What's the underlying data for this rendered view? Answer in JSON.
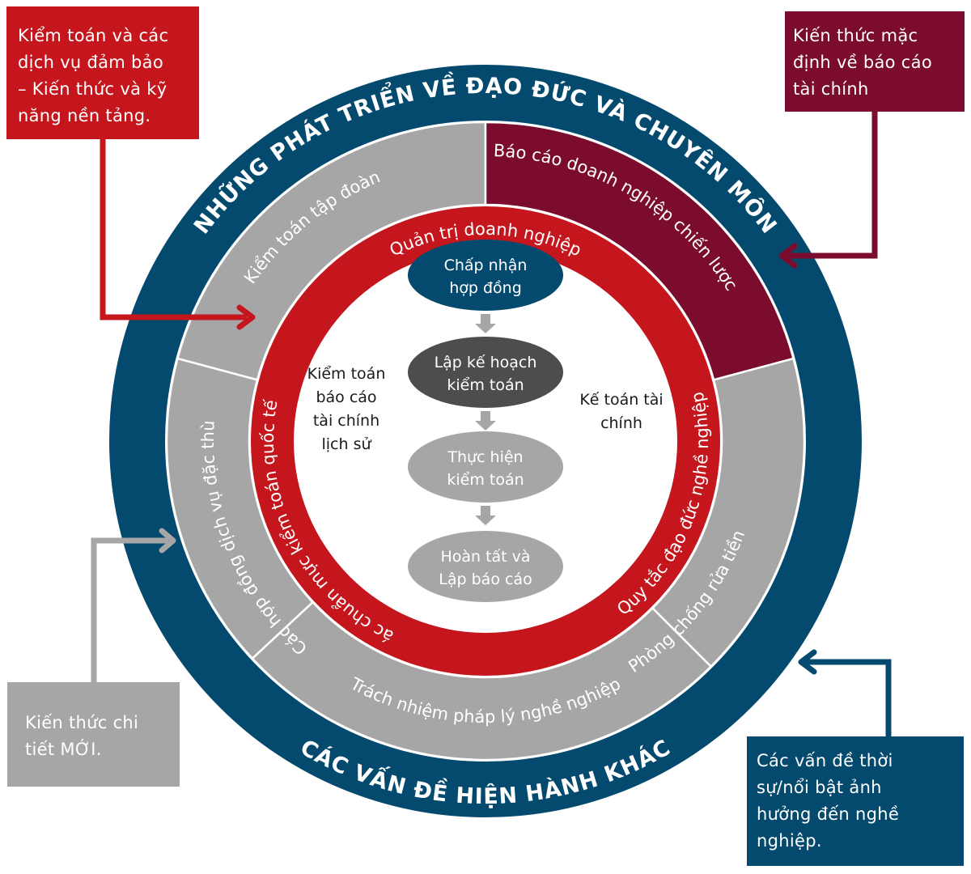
{
  "colors": {
    "blue": "#044a6e",
    "gray": "#a6a6a6",
    "maroon": "#7b0c2e",
    "red": "#c4161c",
    "dark_gray": "#4d4d4d",
    "arrow_gray": "#a6a6a6",
    "white": "#ffffff",
    "text_dark": "#1a1a1a"
  },
  "outer_ring": {
    "top_label": "NHỮNG PHÁT TRIỂN VỀ ĐẠO ĐỨC VÀ CHUYÊN MÔN",
    "bottom_label": "CÁC VẤN ĐỀ HIỆN HÀNH KHÁC"
  },
  "middle_ring": {
    "segments": [
      {
        "label": "Kiểm toán tập đoàn",
        "color": "gray"
      },
      {
        "label": "Báo cáo doanh nghiệp chiến lược",
        "color": "maroon"
      },
      {
        "label": "Phòng chống rửa tiền",
        "color": "gray"
      },
      {
        "label": "Trách nhiệm pháp lý nghề nghiệp",
        "color": "gray"
      },
      {
        "label": "Các hợp đồng dịch vụ đặc thù",
        "color": "gray"
      }
    ]
  },
  "inner_ring": {
    "top_label": "Quản trị doanh nghiệp",
    "left_label": "Các chuẩn mực kiểm toán quốc tế",
    "right_label": "Quy tắc đạo đức nghề nghiệp"
  },
  "center": {
    "left_text": [
      "Kiểm toán",
      "báo cáo",
      "tài chính",
      "lịch sử"
    ],
    "right_text": [
      "Kế toán tài",
      "chính"
    ],
    "process_steps": [
      {
        "lines": [
          "Chấp nhận",
          "hợp đồng"
        ],
        "color": "blue"
      },
      {
        "lines": [
          "Lập kế hoạch",
          "kiểm toán"
        ],
        "color": "dark_gray"
      },
      {
        "lines": [
          "Thực hiện",
          "kiểm toán"
        ],
        "color": "gray"
      },
      {
        "lines": [
          "Hoàn tất và",
          "Lập báo cáo"
        ],
        "color": "gray"
      }
    ]
  },
  "callouts": {
    "audit_services": "Kiểm toán và các\ndịch vụ đảm bảo\n– Kiến thức và kỹ\nnăng nền tảng.",
    "financial_reporting": "Kiến thức mặc\nđịnh về báo cáo\ntài chính",
    "new_knowledge": "Kiến thức chi\ntiết MỚI.",
    "current_issues": "Các vấn đề thời\nsự/nổi bật ảnh\nhưởng đến nghề\nnghiệp."
  }
}
